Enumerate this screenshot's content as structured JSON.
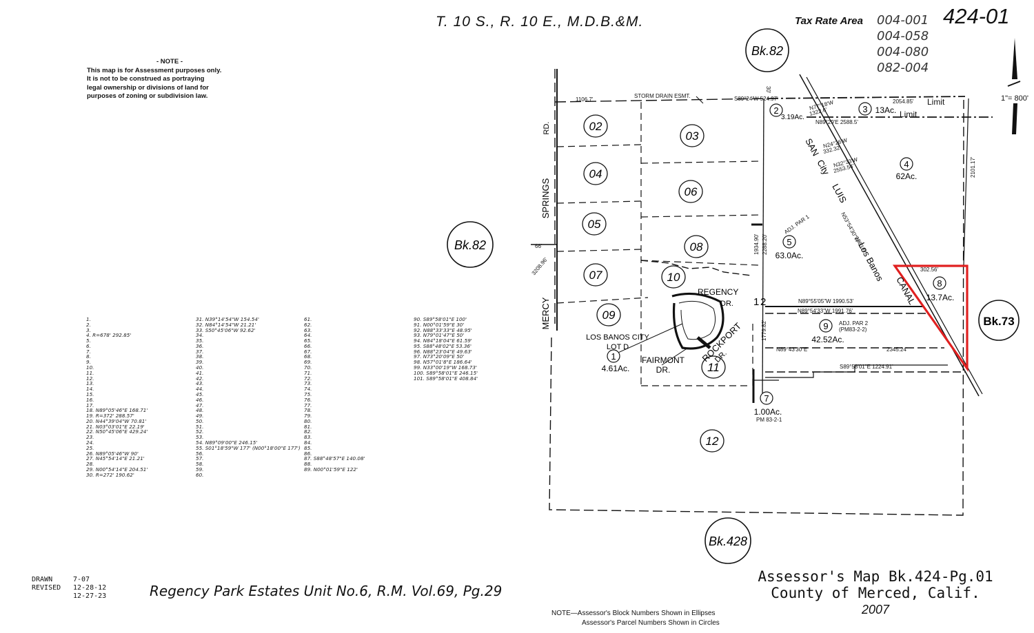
{
  "header": {
    "township": "T. 10 S., R. 10 E., M.D.B.&M.",
    "tax_rate_label": "Tax Rate Area",
    "tax_rate_codes": [
      "004-001",
      "004-058",
      "004-080",
      "082-004"
    ],
    "map_number": "424-01",
    "scale": "1\"= 800'"
  },
  "note": {
    "title": "- NOTE -",
    "lines": [
      "This map is for Assessment purposes only.",
      "It is not to be construed as portraying",
      "legal ownership or divisions of land for",
      "purposes of zoning or subdivision law."
    ]
  },
  "blocks": {
    "bk82_top": "Bk.82",
    "bk82_left": "Bk.82",
    "bk73": "Bk.73",
    "bk428": "Bk.428"
  },
  "parcels": {
    "p1": {
      "num": "1",
      "acres": "4.61Ac."
    },
    "p2": {
      "num": "2",
      "acres": "3.19Ac."
    },
    "p3": {
      "num": "3",
      "acres": "13Ac."
    },
    "p4": {
      "num": "4",
      "acres": "62Ac."
    },
    "p5": {
      "num": "5",
      "acres": "63.0Ac."
    },
    "p7": {
      "num": "7",
      "acres": "1.00Ac."
    },
    "p8": {
      "num": "8",
      "acres": "13.7Ac."
    },
    "p9": {
      "num": "9",
      "acres": "42.52Ac."
    },
    "lots": [
      "02",
      "03",
      "04",
      "06",
      "05",
      "08",
      "07",
      "10",
      "09",
      "11",
      "12"
    ]
  },
  "streets": {
    "springs": "SPRINGS",
    "rd": "RD.",
    "mercy": "MERCY",
    "regency": "REGENCY",
    "dr": "DR.",
    "rockport": "ROCKPORT",
    "rockport_dr": "DR.",
    "fairmont": "FAIRMONT",
    "fairmont_dr": "DR.",
    "los_banos_city": "LOS BANOS CITY",
    "lot_d": "LOT D",
    "san_luis": "SAN",
    "luis": "LUIS",
    "city": "City",
    "canal": "CANAL",
    "los_banos": "Los Banos"
  },
  "labels": {
    "storm_drain": "STORM DRAIN ESMT.",
    "limit1": "Limit",
    "limit2": "Limit",
    "adj_par1": "ADJ. PAR 1",
    "adj_par2": "ADJ. PAR 2",
    "pm_ref2": "(PM83-2-2)",
    "pm_ref1": "PM 83-2-1",
    "dim_1106": "1106.7'",
    "dim_top": "S89°24'W 524.97'",
    "dim_2054": "2054.85'",
    "dim_2588": "N89°29'E 2588.5'",
    "dim_n89_1990": "N89°55'05\"W 1990.53'",
    "dim_n89_1991": "N89°54'33\"W 1991.76'",
    "dim_n89_43": "N89°43'30\"E",
    "dim_2345": "2345.24'",
    "dim_s89_1224": "S89°58'01\"E 1224.91'",
    "dim_1934": "1934.90'",
    "dim_2288": "2288.20'",
    "dim_1779": "1779.82'",
    "dim_2101": "2101.17'",
    "dim_302": "302.56'",
    "dim_66": "66'",
    "dim_3208": "3208.96'",
    "dim_30": "30'",
    "dim_n32": "N32°33'W",
    "dim_2553": "2553.54'",
    "dim_n24": "N24°26'W",
    "dim_3323": "332.32'",
    "dim_n77": "N77°18'W",
    "dim_1322": "1322.6'",
    "dim_n53": "N53°54'30\"W",
    "dim_1983": "1983.5'",
    "sec_1": "1",
    "sec_2": "2"
  },
  "line_table": {
    "col1": [
      "1.",
      "2.",
      "3.",
      "4. R=678' 292.85'",
      "5.",
      "6.",
      "7.",
      "8.",
      "9.",
      "10.",
      "11.",
      "12.",
      "13.",
      "14.",
      "15.",
      "16.",
      "17.",
      "18. N89°05'46\"E 168.71'",
      "19. R=372' 288.57'",
      "20. N44°39'04\"W 70.81'",
      "21. N03°03'01\"E 22.19'",
      "22. N50°45'06\"E 429.24'",
      "23.",
      "24.",
      "25.",
      "26. N89°05'46\"W 90'",
      "27. N45°54'14\"E 21.21'",
      "28.",
      "29. N00°54'14\"E 204.51'",
      "30. R=272' 190.62'"
    ],
    "col2": [
      "31. N39°14'54\"W 154.54'",
      "32. N84°14'54\"W 21.21'",
      "33. S50°45'06\"W 92.62'",
      "34.",
      "35.",
      "36.",
      "37.",
      "38.",
      "39.",
      "40.",
      "41.",
      "42.",
      "43.",
      "44.",
      "45.",
      "46.",
      "47.",
      "48.",
      "49.",
      "50.",
      "51.",
      "52.",
      "53.",
      "54. N89°09'00\"E 246.15'",
      "55. S01°18'59\"W 177' (N00°18'00\"E 177')",
      "56.",
      "57.",
      "58.",
      "59.",
      "60."
    ],
    "col3": [
      "61.",
      "62.",
      "63.",
      "64.",
      "65.",
      "66.",
      "67.",
      "68.",
      "69.",
      "70.",
      "71.",
      "72.",
      "73.",
      "74.",
      "75.",
      "76.",
      "77.",
      "78.",
      "79.",
      "80.",
      "81.",
      "82.",
      "83.",
      "84.",
      "85.",
      "86.",
      "87. S88°48'57\"E 140.08'",
      "88.",
      "89. N00°01'59\"E 122'",
      ""
    ],
    "col4": [
      "90. S89°58'01\"E 100'",
      "91. N00°01'59\"E 30'",
      "92. N88°33'33\"E 48.95'",
      "93. N79°01'47\"E 50'",
      "94. N84°18'04\"E 61.59'",
      "95. S88°48'02\"E 53.36'",
      "96. N88°23'04\"E 49.63'",
      "97. N73°20'09\"E 50'",
      "98. N57°01'8\"E 186.64'",
      "99. N33°00'19\"W 168.73'",
      "100. S89°58'01\"E 246.15'",
      "101. S89°58'01\"E 408.84'"
    ]
  },
  "footer": {
    "drawn_labels": [
      "DRAWN",
      "REVISED"
    ],
    "drawn_dates": [
      "7-07",
      "12-28-12",
      "12-27-23"
    ],
    "subdivision": "Regency Park Estates Unit No.6, R.M. Vol.69, Pg.29",
    "title_lines": [
      "Assessor's Map Bk.424-Pg.01",
      "County of Merced, Calif.",
      "2007"
    ],
    "note_lines": [
      "NOTE—Assessor's Block Numbers Shown in Ellipses",
      "Assessor's Parcel Numbers Shown in Circles"
    ]
  },
  "colors": {
    "highlight": "#e02020",
    "ink": "#111111"
  }
}
